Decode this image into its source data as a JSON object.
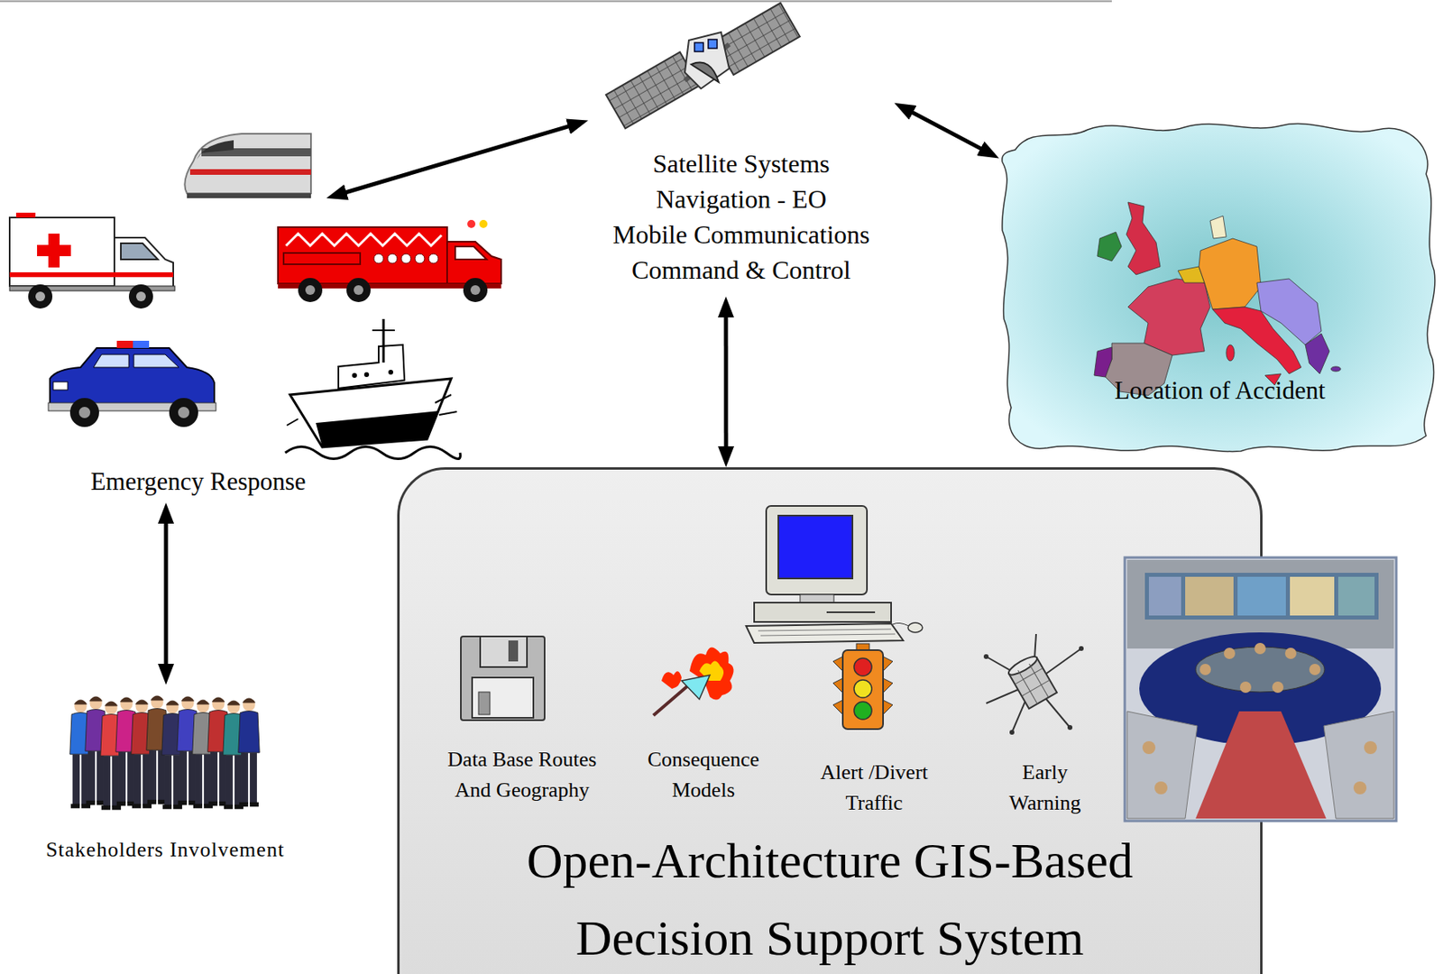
{
  "diagram": {
    "nodes": [
      {
        "text": [
          "Satellite Systems",
          "Navigation - EO",
          "Mobile Communications",
          "Command & Control"
        ]
      },
      {
        "text": [
          "Emergency Response"
        ]
      },
      {
        "text": [
          "Location of Accident"
        ]
      },
      {
        "text": [
          "Open-Architecture GIS-Based Decision Support System"
        ]
      },
      {
        "text": [
          "Data Base Routes And Geography"
        ],
        "in": 3
      },
      {
        "text": [
          "Consequence Models"
        ],
        "in": 3
      },
      {
        "text": [
          "Alert /Divert Traffic"
        ],
        "in": 3
      },
      {
        "text": [
          "Early Warning"
        ],
        "in": 3
      },
      {
        "text": [
          "Stakeholders Involvement"
        ]
      }
    ],
    "edges": [
      {
        "from": 1,
        "to": 0,
        "arrow": "both"
      },
      {
        "from": 0,
        "to": 2,
        "arrow": "both"
      },
      {
        "from": 0,
        "to": 3,
        "arrow": "both"
      },
      {
        "from": 1,
        "to": 8,
        "arrow": "both"
      }
    ]
  }
}
